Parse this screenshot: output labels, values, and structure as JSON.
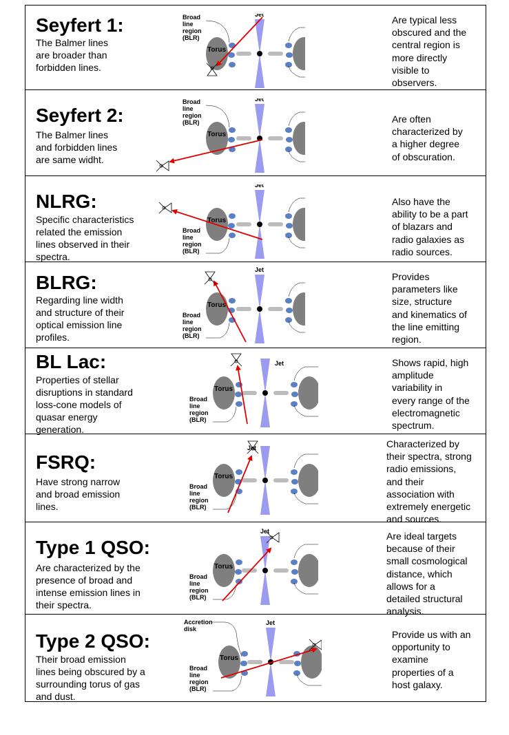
{
  "labels": {
    "jet": "Jet",
    "accretion": [
      "Accretion",
      "disk"
    ],
    "blr": [
      "Broad",
      "line",
      "region",
      "(BLR)"
    ],
    "torus": "Torus",
    "smbh": "SMBH"
  },
  "colors": {
    "torus": "#7f7f7f",
    "clouds": "#5b7fc4",
    "jet": "#9b9bf0",
    "disk": "#bcbcbc",
    "arrow": "#e00000"
  },
  "rows": [
    {
      "title": "Seyfert 1:",
      "description": "The Balmer lines\nare broader than\nforbidden lines.",
      "note": "Are typical less\nobscured and the\ncentral region is\nmore directly\nvisible to\nobservers."
    },
    {
      "title": "Seyfert 2:",
      "description": "The Balmer lines\nand forbidden lines\nare same widht.",
      "note": "Are often\ncharacterized by\na higher degree\nof obscuration."
    },
    {
      "title": "NLRG:",
      "description": "Specific characteristics\nrelated the emission\nlines observed in their\nspectra.",
      "note": "Also have the\nability to be a part\nof blazars and\nradio galaxies as\nradio sources."
    },
    {
      "title": "BLRG:",
      "description": "Regarding line width\nand structure of their\noptical emission line\nprofiles.",
      "note": "Provides\nparameters like\nsize, structure\nand kinematics of\nthe line emitting\nregion."
    },
    {
      "title": "BL Lac:",
      "description": "Properties of stellar\ndisruptions in standard\nloss-cone models of\nquasar energy\ngeneration.",
      "note": "Shows rapid, high\namplitude\nvariability in\nevery range of the\nelectromagnetic\nspectrum."
    },
    {
      "title": "FSRQ:",
      "description": "Have strong narrow\nand broad emission\nlines.",
      "note": "Characterized by\ntheir spectra, strong\nradio emissions,\nand their\nassociation with\nextremely energetic\nand sources."
    },
    {
      "title": "Type 1 QSO:",
      "description": "Are characterized by the\npresence of broad and\nintense emission lines in\ntheir spectra.",
      "note": "Are ideal targets\nbecause of their\nsmall cosmological\ndistance, which\nallows for a\ndetailed structural\nanalysis."
    },
    {
      "title": "Type 2 QSO:",
      "description": "Their broad emission\nlines being obscured by a\nsurrounding torus of gas\nand dust.",
      "note": "Provide us with an\nopportunity to\nexamine\nproperties of a\nhost galaxy."
    }
  ]
}
